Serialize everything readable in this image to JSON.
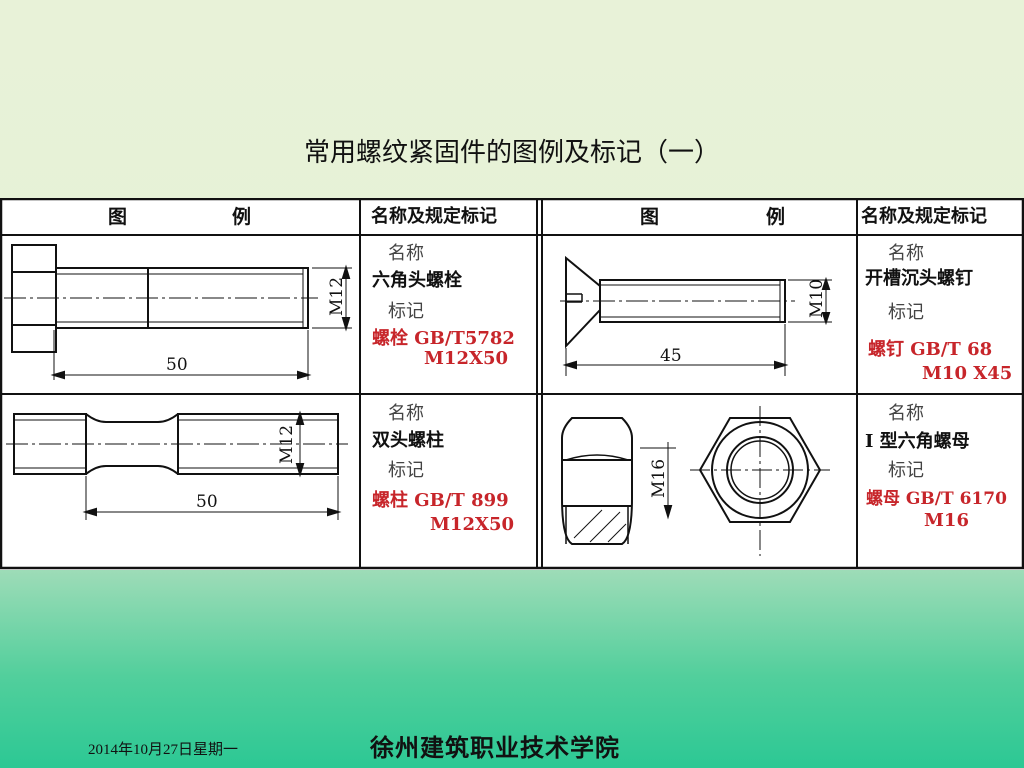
{
  "slide": {
    "title": "常用螺纹紧固件的图例及标记（一）"
  },
  "table": {
    "headers": {
      "figure_char1": "图",
      "figure_char2": "例",
      "name_mark": "名称及规定标记"
    },
    "items": [
      {
        "name_label": "名称",
        "name": "六角头螺栓",
        "mark_label": "标记",
        "mark_line1": "螺栓  GB/T5782",
        "mark_line2": "M12X50",
        "dim_thread": "M12",
        "dim_length": "50"
      },
      {
        "name_label": "名称",
        "name": "开槽沉头螺钉",
        "mark_label": "标记",
        "mark_line1": "螺钉  GB/T 68",
        "mark_line2": "M10 X45",
        "dim_thread": "M10",
        "dim_length": "45"
      },
      {
        "name_label": "名称",
        "name": "双头螺柱",
        "mark_label": "标记",
        "mark_line1": "螺柱  GB/T 899",
        "mark_line2": "M12X50",
        "dim_thread": "M12",
        "dim_length": "50"
      },
      {
        "name_label": "名称",
        "name": "I  型六角螺母",
        "mark_label": "标记",
        "mark_line1": "螺母  GB/T 6170",
        "mark_line2": "M16",
        "dim_thread": "M16"
      }
    ]
  },
  "footer": {
    "date": "2014年10月27日星期一",
    "school": "徐州建筑职业技术学院"
  },
  "colors": {
    "mark_red": "#c7252a",
    "background_top": "#e8f2d8",
    "background_bottom": "#2cc894"
  }
}
